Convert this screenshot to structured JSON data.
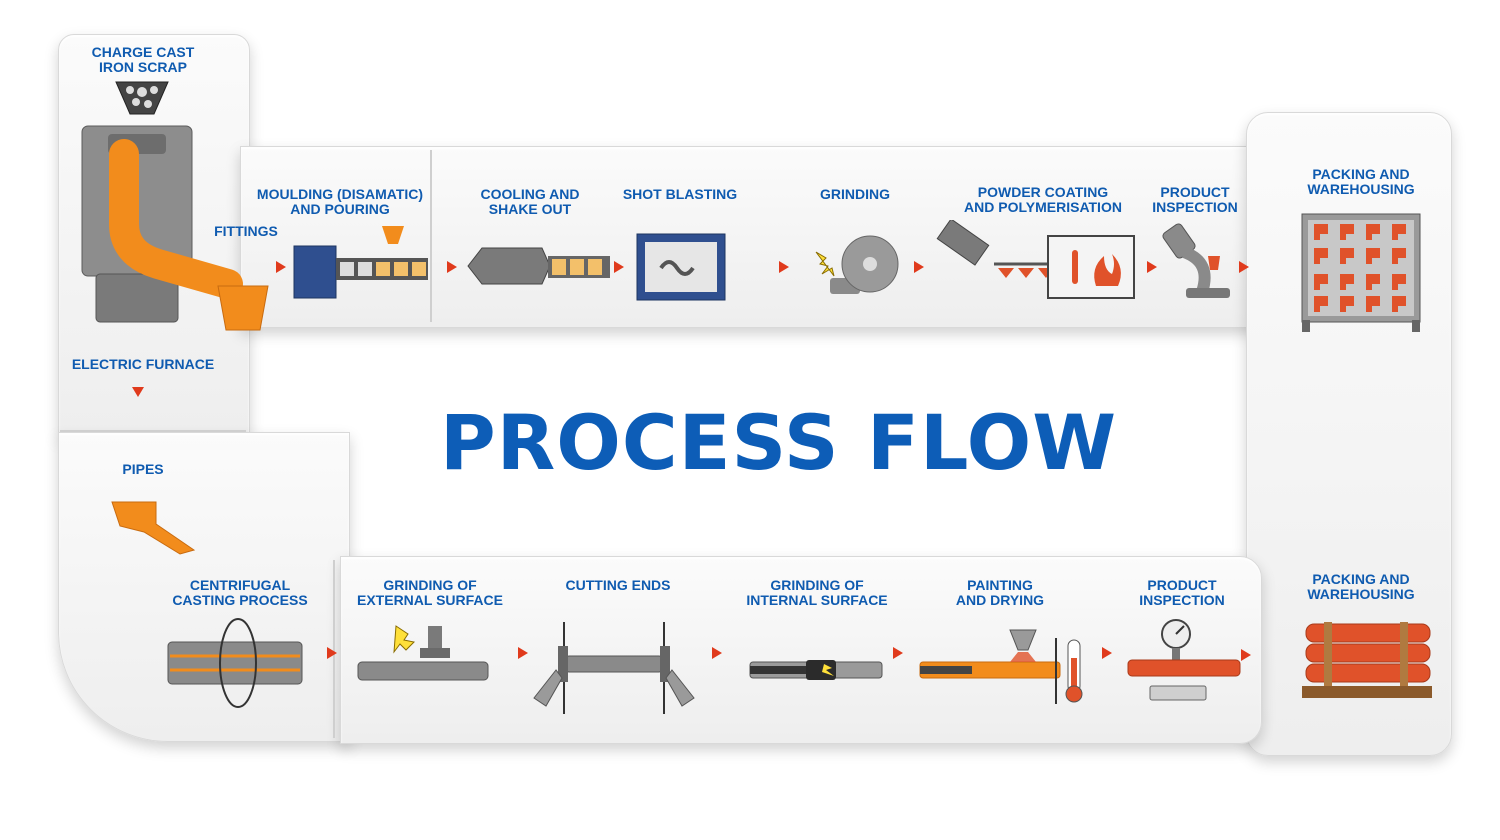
{
  "title": "PROCESS FLOW",
  "branches": {
    "fittings": "FITTINGS",
    "pipes": "PIPES"
  },
  "top_start": {
    "charge": "CHARGE CAST\nIRON SCRAP",
    "furnace": "ELECTRIC FURNACE"
  },
  "top_steps": [
    {
      "label": "MOULDING (DISAMATIC)\nAND POURING",
      "icon": "moulding-machine-icon"
    },
    {
      "label": "COOLING AND\nSHAKE OUT",
      "icon": "cooling-conveyor-icon"
    },
    {
      "label": "SHOT BLASTING",
      "icon": "shot-blasting-icon"
    },
    {
      "label": "GRINDING",
      "icon": "grinding-wheel-icon"
    },
    {
      "label": "POWDER COATING\nAND POLYMERISATION",
      "icon": "powder-coating-icon"
    },
    {
      "label": "PRODUCT\nINSPECTION",
      "icon": "microscope-icon"
    },
    {
      "label": "PACKING AND\nWAREHOUSING",
      "icon": "fittings-rack-icon"
    }
  ],
  "bottom_steps": [
    {
      "label": "CENTRIFUGAL\nCASTING PROCESS",
      "icon": "centrifugal-casting-icon"
    },
    {
      "label": "GRINDING OF\nEXTERNAL SURFACE",
      "icon": "external-grinding-icon"
    },
    {
      "label": "CUTTING ENDS",
      "icon": "cutting-ends-icon"
    },
    {
      "label": "GRINDING OF\nINTERNAL SURFACE",
      "icon": "internal-grinding-icon"
    },
    {
      "label": "PAINTING\nAND DRYING",
      "icon": "painting-drying-icon"
    },
    {
      "label": "PRODUCT\nINSPECTION",
      "icon": "pressure-gauge-icon"
    },
    {
      "label": "PACKING AND\nWAREHOUSING",
      "icon": "pipe-bundle-icon"
    }
  ],
  "colors": {
    "label_blue": "#0f5bb0",
    "title_blue": "#0d5db7",
    "arrow_red": "#e03a1c",
    "accent_orange": "#f28c1c",
    "pipe_orange": "#e0522a",
    "machine_blue": "#2f4f8f",
    "steel_gray": "#8a8a8a"
  }
}
